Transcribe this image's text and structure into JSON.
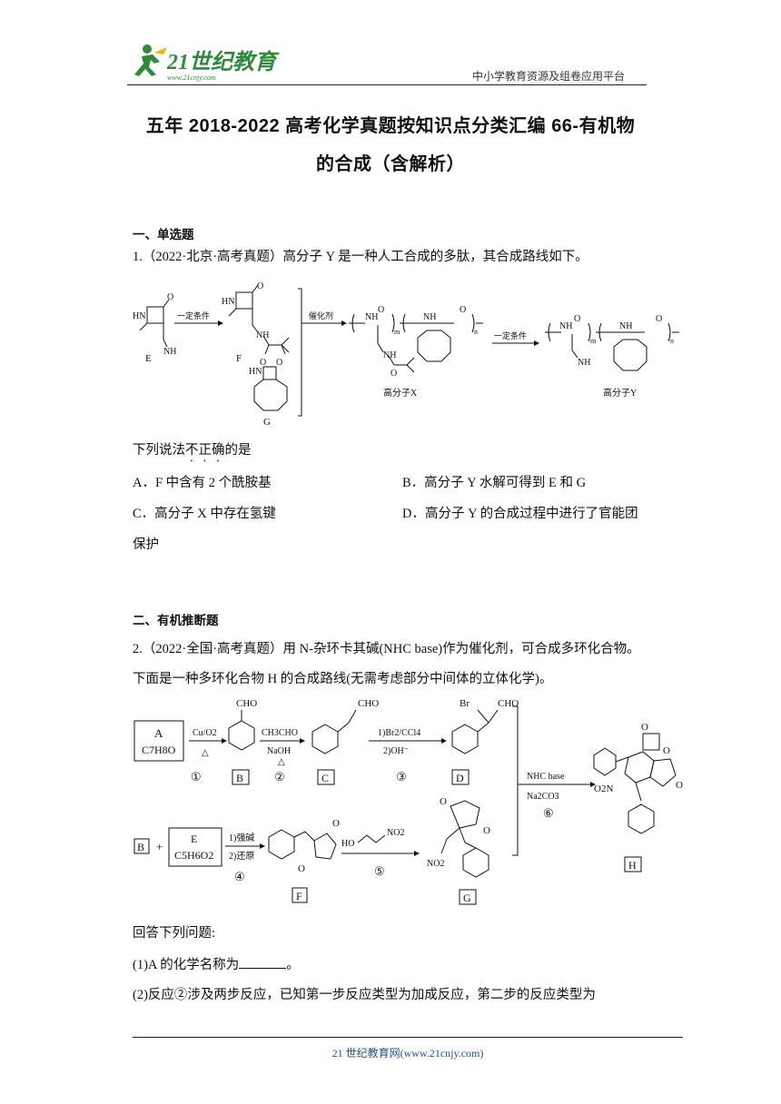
{
  "header": {
    "logo_main": "21世纪教育",
    "logo_url": "www.21cnjy.com",
    "platform": "中小学教育资源及组卷应用平台"
  },
  "title": {
    "line1": "五年 2018-2022 高考化学真题按知识点分类汇编 66-有机物",
    "line2": "的合成（含解析）"
  },
  "section1": {
    "heading": "一、单选题",
    "q1": {
      "stem": "1.（2022·北京·高考真题）高分子 Y 是一种人工合成的多肽，其合成路线如下。",
      "ask_pre": "下列说法",
      "ask_emph": "不正确",
      "ask_post": "的是",
      "options": {
        "A": "A．F 中含有 2 个酰胺基",
        "B": "B．高分子 Y 水解可得到 E 和 G",
        "C": "C．高分子 X 中存在氢键",
        "D": "D．高分子 Y 的合成过程中进行了官能团",
        "D_cont": "保护"
      },
      "scheme": {
        "E": "E",
        "F": "F",
        "G": "G",
        "cond1": "一定条件",
        "cat": "催化剂",
        "cond2": "一定条件",
        "X": "高分子X",
        "Y": "高分子Y",
        "HN": "HN",
        "NH": "NH",
        "NH2": "NH",
        "O": "O",
        "m": "m",
        "n": "n"
      }
    }
  },
  "section2": {
    "heading": "二、有机推断题",
    "q2": {
      "stem1": "2.（2022·全国·高考真题）用 N-杂环卡其碱(NHC base)作为催化剂，可合成多环化合物。",
      "stem2": "下面是一种多环化合物 H 的合成路线(无需考虑部分中间体的立体化学)。",
      "scheme": {
        "A": "A",
        "A_formula": "C7H8O",
        "B": "B",
        "C": "C",
        "D": "D",
        "E": "E",
        "E_formula": "C5H6O2",
        "F": "F",
        "G": "G",
        "H": "H",
        "step1_top": "Cu/O2",
        "step1_bottom": "△",
        "step1_no": "①",
        "step2_top": "CH3CHO",
        "step2_mid": "NaOH",
        "step2_bottom": "△",
        "step2_no": "②",
        "step3_top": "1)Br2/CCl4",
        "step3_bottom": "2)OH⁻",
        "step3_no": "③",
        "step4_top": "1)强碱",
        "step4_bottom": "2)还原",
        "step4_no": "④",
        "step5_reagent": "HO",
        "step5_no": "⑤",
        "step6_top": "NHC base",
        "step6_bottom": "Na2CO3",
        "step6_no": "⑥",
        "CHO": "CHO",
        "Br": "Br",
        "NO2": "NO2",
        "O2N": "O2N",
        "O": "O",
        "plus": "+"
      },
      "answer_intro": "回答下列问题:",
      "q_1_pre": "(1)A 的化学名称为",
      "q_1_post": "。",
      "q_2": "(2)反应②涉及两步反应，已知第一步反应类型为加成反应，第二步的反应类型为"
    }
  },
  "footer": "21 世纪教育网(www.21cnjy.com)"
}
